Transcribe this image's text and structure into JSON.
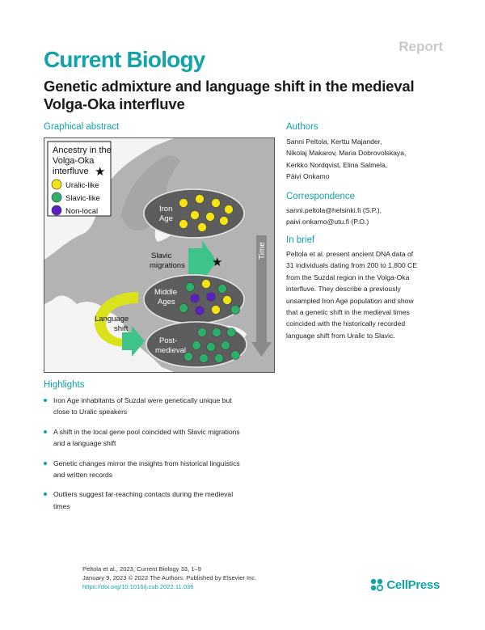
{
  "header": {
    "report_label": "Report",
    "journal_name": "Current Biology",
    "title": "Genetic admixture and language shift in the medieval Volga-Oka interfluve"
  },
  "graphical_abstract": {
    "heading": "Graphical abstract",
    "legend": {
      "title_lines": [
        "Ancestry in the",
        "Volga-Oka",
        "interfluve"
      ],
      "items": [
        {
          "label": "Uralic-like",
          "color": "#f4e413"
        },
        {
          "label": "Slavic-like",
          "color": "#2fae6a"
        },
        {
          "label": "Non-local",
          "color": "#5b1fbf"
        }
      ]
    },
    "periods": [
      {
        "label_lines": [
          "Iron",
          "Age"
        ]
      },
      {
        "label_lines": [
          "Middle",
          "Ages"
        ]
      },
      {
        "label_lines": [
          "Post-",
          "medieval"
        ]
      }
    ],
    "slavic_migrations_lines": [
      "Slavic",
      "migrations"
    ],
    "language_shift_lines": [
      "Language",
      "shift"
    ],
    "time_label": "Time",
    "colors": {
      "ellipse": "#5d5d5d",
      "ellipse_border": "#e8e8e8",
      "arrow_green": "#3ec48a",
      "arrow_yellow": "#d9e21a",
      "land": "#b3b3b3",
      "water": "#f4f4f4"
    }
  },
  "authors": {
    "heading": "Authors",
    "lines": [
      "Sanni Peltola, Kerttu Majander,",
      "Nikolaj Makarov, Maria Dobrovolskaya,",
      "Kerkko Nordqvist, Elina Salmela,",
      "Päivi Onkamo"
    ]
  },
  "correspondence": {
    "heading": "Correspondence",
    "lines": [
      "sanni.peltola@helsinki.fi (S.P.),",
      "paivi.onkamo@utu.fi (P.O.)"
    ]
  },
  "in_brief": {
    "heading": "In brief",
    "lines": [
      "Peltola et al. present ancient DNA data of",
      "31 individuals dating from 200 to 1,800 CE",
      "from the Suzdal region in the Volga-Oka",
      "interfluve. They describe a previously",
      "unsampled Iron Age population and show",
      "that a genetic shift in the medieval times",
      "coincided with the historically recorded",
      "language shift from Uralic to Slavic."
    ]
  },
  "highlights": {
    "heading": "Highlights",
    "items": [
      {
        "lines": [
          "Iron Age inhabitants of Suzdal were genetically unique but",
          "close to Uralic speakers"
        ]
      },
      {
        "lines": [
          "A shift in the local gene pool coincided with Slavic migrations",
          "and a language shift"
        ]
      },
      {
        "lines": [
          "Genetic changes mirror the insights from historical linguistics",
          "and written records"
        ]
      },
      {
        "lines": [
          "Outliers suggest far-reaching contacts during the medieval",
          "times"
        ]
      }
    ]
  },
  "footer": {
    "citation": "Peltola et al., 2023, Current Biology 33, 1–9",
    "date_copyright": "January 9, 2023 © 2022 The Authors. Published by Elsevier Inc.",
    "doi": "https://doi.org/10.1016/j.cub.2022.11.036",
    "publisher": "CellPress"
  }
}
